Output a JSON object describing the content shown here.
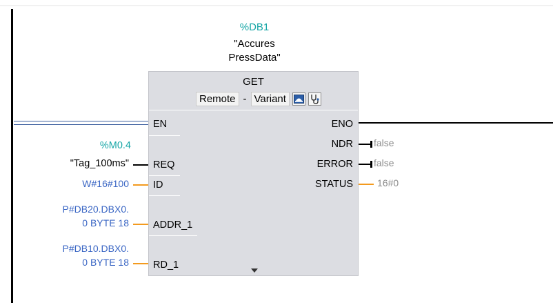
{
  "instance": {
    "db": "%DB1",
    "name_line1": "\"Accures",
    "name_line2": "PressData\""
  },
  "block": {
    "title": "GET",
    "remote_label": "Remote",
    "separator": "-",
    "variant_label": "Variant"
  },
  "inputs": {
    "en": "EN",
    "req": {
      "pin": "REQ",
      "address": "%M0.4",
      "tag": "\"Tag_100ms\""
    },
    "id": {
      "pin": "ID",
      "value": "W#16#100"
    },
    "addr_1": {
      "pin": "ADDR_1",
      "value_line1": "P#DB20.DBX0.",
      "value_line2": "0 BYTE 18"
    },
    "rd_1": {
      "pin": "RD_1",
      "value_line1": "P#DB10.DBX0.",
      "value_line2": "0 BYTE 18"
    }
  },
  "outputs": {
    "eno": "ENO",
    "ndr": {
      "pin": "NDR",
      "value": "false"
    },
    "error": {
      "pin": "ERROR",
      "value": "false"
    },
    "status": {
      "pin": "STATUS",
      "value": "16#0"
    }
  },
  "colors": {
    "tag": "#16a6a6",
    "param": "#3a66c4",
    "wire_orange": "#f39a1e",
    "block_bg": "#dcdde2",
    "monitor_value": "#8c8c8c"
  }
}
